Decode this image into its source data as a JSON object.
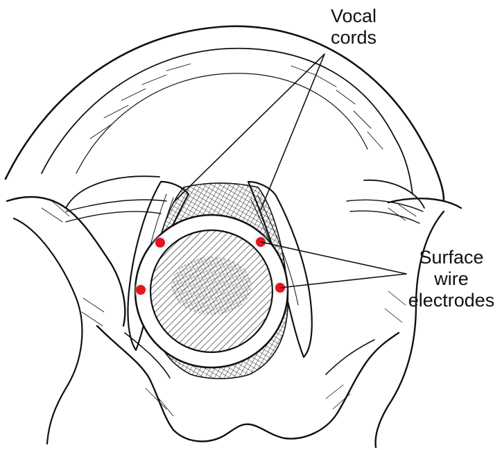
{
  "labels": {
    "vocal_cords": [
      "Vocal",
      "cords"
    ],
    "electrodes": [
      "Surface",
      "wire",
      "electrodes"
    ]
  },
  "colors": {
    "ink": "#111111",
    "electrode": "#e8141a",
    "background": "#ffffff"
  }
}
